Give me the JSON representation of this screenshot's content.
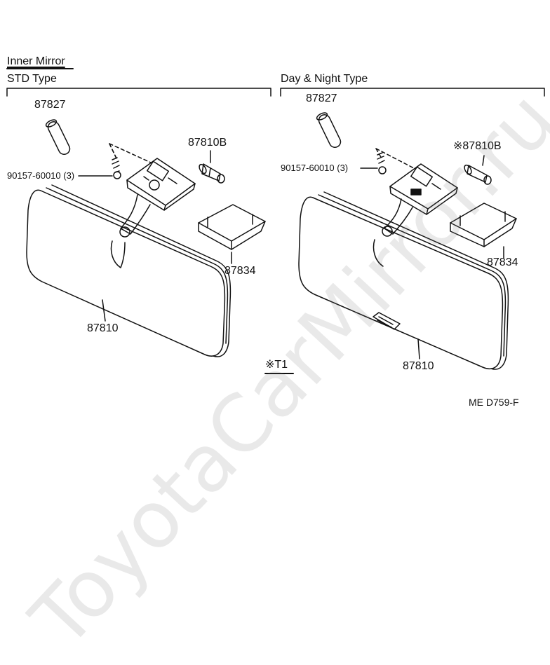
{
  "header": {
    "title": "Inner Mirror",
    "std_type": "STD Type",
    "day_night_type": "Day & Night Type"
  },
  "std": {
    "p87827": "87827",
    "p90157": "90157-60010 (3)",
    "p87810B": "87810B",
    "p87834": "87834",
    "p87810": "87810"
  },
  "day_night": {
    "p87827": "87827",
    "p90157": "90157-60010 (3)",
    "p87810B": "※87810B",
    "p87834": "87834",
    "p87810": "87810"
  },
  "note": "※T1",
  "figure_code": "ME  D759-F",
  "watermark": "ToyotaCarMirror.ru"
}
